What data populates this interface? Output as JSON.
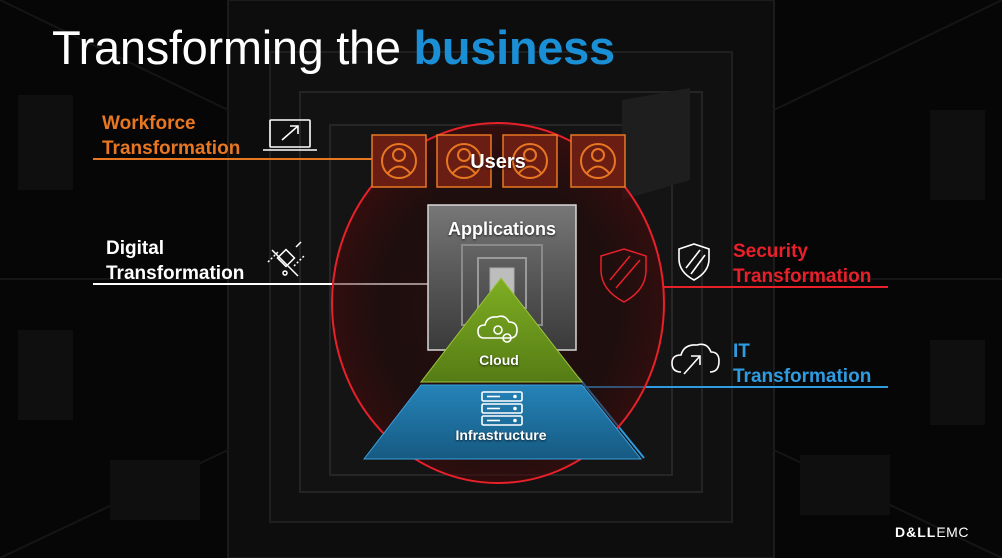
{
  "title": {
    "prefix": "Transforming the",
    "accent": "business"
  },
  "transformations": {
    "workforce": {
      "line1": "Workforce",
      "line2": "Transformation"
    },
    "digital": {
      "line1": "Digital",
      "line2": "Transformation"
    },
    "security": {
      "line1": "Security",
      "line2": "Transformation"
    },
    "it": {
      "line1": "IT",
      "line2": "Transformation"
    }
  },
  "diagram": {
    "users": "Users",
    "applications": "Applications",
    "cloud": "Cloud",
    "infrastructure": "Infrastructure"
  },
  "logo": {
    "dell": "D&LL",
    "emc": "EMC"
  },
  "icons": {
    "workforce": "laptop-icon",
    "digital": "satellite-icon",
    "security": "shield-icon",
    "it": "cloud-upload-icon",
    "users": "user-icon",
    "cloud": "cloud-gears-icon",
    "infrastructure": "server-icon"
  },
  "colors": {
    "workforce": "#e87722",
    "digital": "#ffffff",
    "security": "#e8202a",
    "it": "#2f9be0",
    "title_accent": "#1a8fd6",
    "cloud": "#6f9a1e",
    "infrastructure": "#1d6d9a"
  }
}
